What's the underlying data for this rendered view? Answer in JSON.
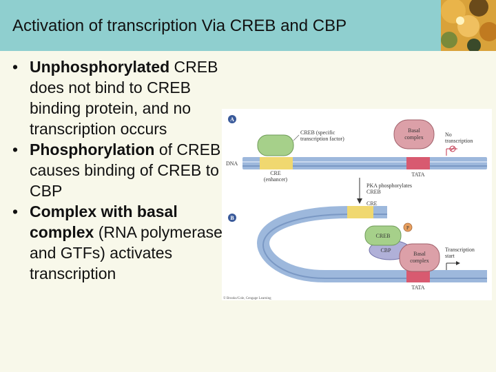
{
  "slide": {
    "title": "Activation of transcription Via CREB and CBP"
  },
  "bullets": [
    {
      "bold": "Unphosphorylated",
      "rest": " CREB does not bind to CREB binding protein, and no transcription occurs"
    },
    {
      "bold": "Phosphorylation",
      "rest": " of CREB causes binding of CREB to CBP"
    },
    {
      "bold": "Complex with basal complex",
      "rest": " (RNA polymerase and GTFs) activates transcription"
    }
  ],
  "figure": {
    "panel_a": "A",
    "panel_b": "B",
    "dna": "DNA",
    "creb_specific_1": "CREB (specific",
    "creb_specific_2": "transcription factor)",
    "basal_1": "Basal",
    "basal_2": "complex",
    "no_transcription_1": "No",
    "no_transcription_2": "transcription",
    "cre_1": "CRE",
    "cre_2": "(enhancer)",
    "tata": "TATA",
    "pka_1": "PKA phosphorylates",
    "pka_2": "CREB",
    "cre_b": "CRE",
    "creb": "CREB",
    "p": "P",
    "cbp": "CBP",
    "basal_b_1": "Basal",
    "basal_b_2": "complex",
    "tstart_1": "Transcription",
    "tstart_2": "start",
    "tata_b": "TATA",
    "copyright": "© Brooks/Cole, Cengage Learning"
  },
  "colors": {
    "title_bar": "#8fcfcf",
    "background": "#f8f8ea",
    "dna": "#9db8dc",
    "creb": "#a6d08a",
    "basal": "#dca0a8",
    "cbp": "#b0b0d8",
    "cre_band": "#f0d870",
    "tata_band": "#d85a70"
  }
}
